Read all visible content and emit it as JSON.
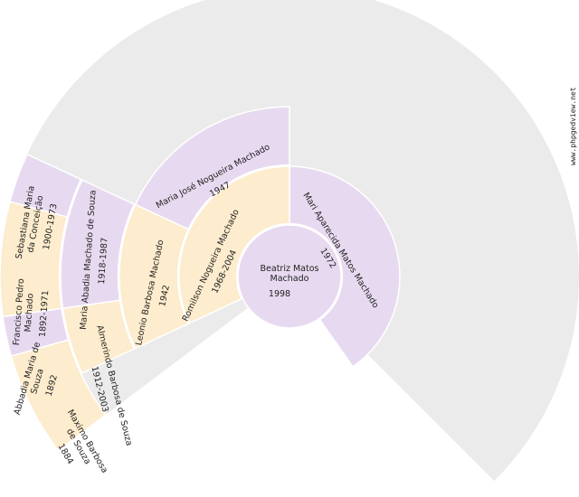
{
  "site": "www.phpgedview.net",
  "colors": {
    "background": "#ffffff",
    "empty": "#ebebeb",
    "female": "#e7daf0",
    "male": "#fdeccd",
    "stroke": "#ffffff",
    "text": "#222222"
  },
  "root": {
    "name": [
      "Beatriz Matos",
      "Machado"
    ],
    "dates": "1998"
  },
  "persons": [
    {
      "id": "mother",
      "gen": 1,
      "sex": "F",
      "name": [
        "Mari Aparecida Matos Machado"
      ],
      "dates": "1972"
    },
    {
      "id": "father",
      "gen": 1,
      "sex": "M",
      "name": [
        "Romilson Nogueira Machado"
      ],
      "dates": "1968-2004"
    },
    {
      "id": "father-mother",
      "gen": 2,
      "sex": "F",
      "name": [
        "Maria José Nogueira Machado"
      ],
      "dates": "1947"
    },
    {
      "id": "father-father",
      "gen": 2,
      "sex": "M",
      "name": [
        "Leonio Barbosa Machado"
      ],
      "dates": "1942"
    },
    {
      "id": "ff-mother",
      "gen": 3,
      "sex": "F",
      "name": [
        "Maria Abadia Machado de Souza"
      ],
      "dates": "1918-1987"
    },
    {
      "id": "ff-father",
      "gen": 3,
      "sex": "M",
      "name": [
        "Almerindo Barbosa de Souza"
      ],
      "dates": "1912-2003"
    },
    {
      "id": "ffm-mother",
      "gen": 4,
      "sex": "F",
      "name": [
        "Sebastiana Maria",
        "da Conceição"
      ],
      "dates": "1900-1973"
    },
    {
      "id": "ffm-father",
      "gen": 4,
      "sex": "M",
      "name": [
        "Francisco Pedro",
        "Machado"
      ],
      "dates": "1892-1971"
    },
    {
      "id": "fff-mother",
      "gen": 4,
      "sex": "F",
      "name": [
        "Abbadia Maria de",
        "Souza"
      ],
      "dates": "1892"
    },
    {
      "id": "fff-father",
      "gen": 4,
      "sex": "M",
      "name": [
        "Maximo Barbosa",
        "de Souza"
      ],
      "dates": "1884"
    }
  ]
}
